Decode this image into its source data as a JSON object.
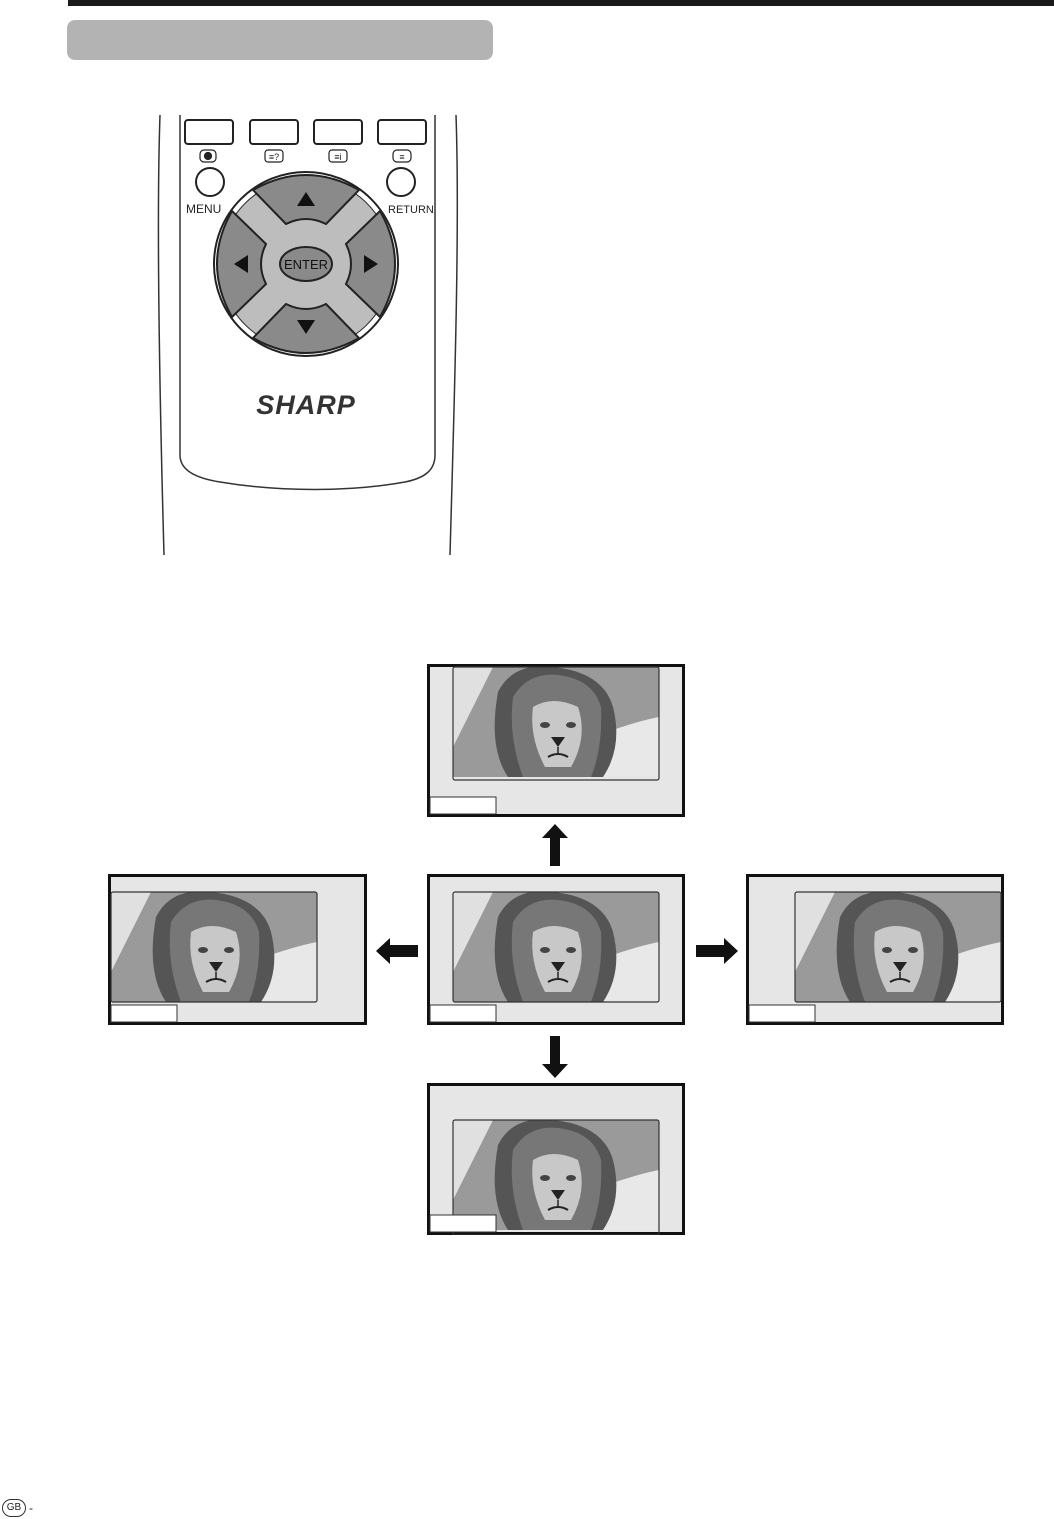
{
  "remote": {
    "menu_label": "MENU",
    "return_label": "RETURN",
    "enter_label": "ENTER",
    "brand": "SHARP",
    "color_key_icons": [
      "clock-icon",
      "teletext-reveal-icon",
      "teletext-info-icon",
      "teletext-icon"
    ]
  },
  "diagram": {
    "screens": [
      "center",
      "up",
      "down",
      "left",
      "right"
    ],
    "arrows": [
      "up",
      "down",
      "left",
      "right"
    ]
  },
  "footer": {
    "region_badge": "GB",
    "dash": "-"
  }
}
